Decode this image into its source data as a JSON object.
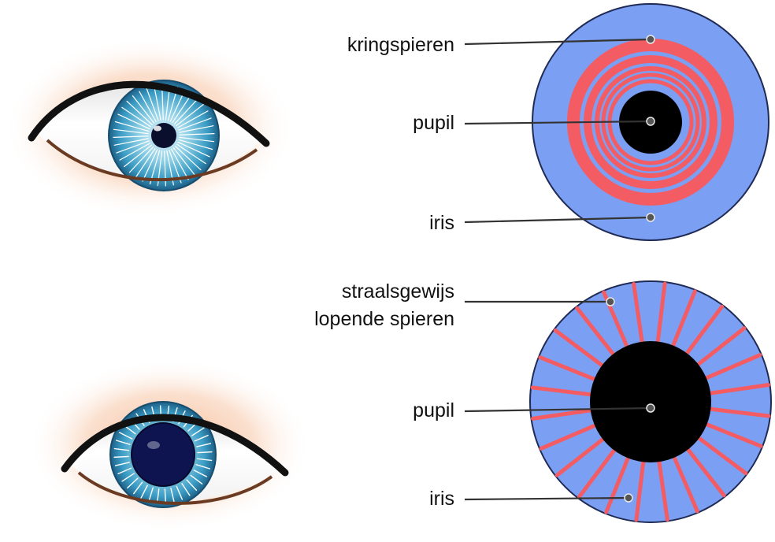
{
  "top_diagram": {
    "labels": {
      "muscles": "kringspieren",
      "pupil": "pupil",
      "iris": "iris"
    }
  },
  "bottom_diagram": {
    "labels": {
      "muscles_line1": "straalsgewijs",
      "muscles_line2": "lopende spieren",
      "pupil": "pupil",
      "iris": "iris"
    }
  },
  "colors": {
    "iris": "#7b9ff2",
    "muscle": "#f45c64",
    "pupil": "#000000",
    "outline": "#1f2a55",
    "eye_iris": "#3a9bc4",
    "skin": "#f7cfb0"
  }
}
